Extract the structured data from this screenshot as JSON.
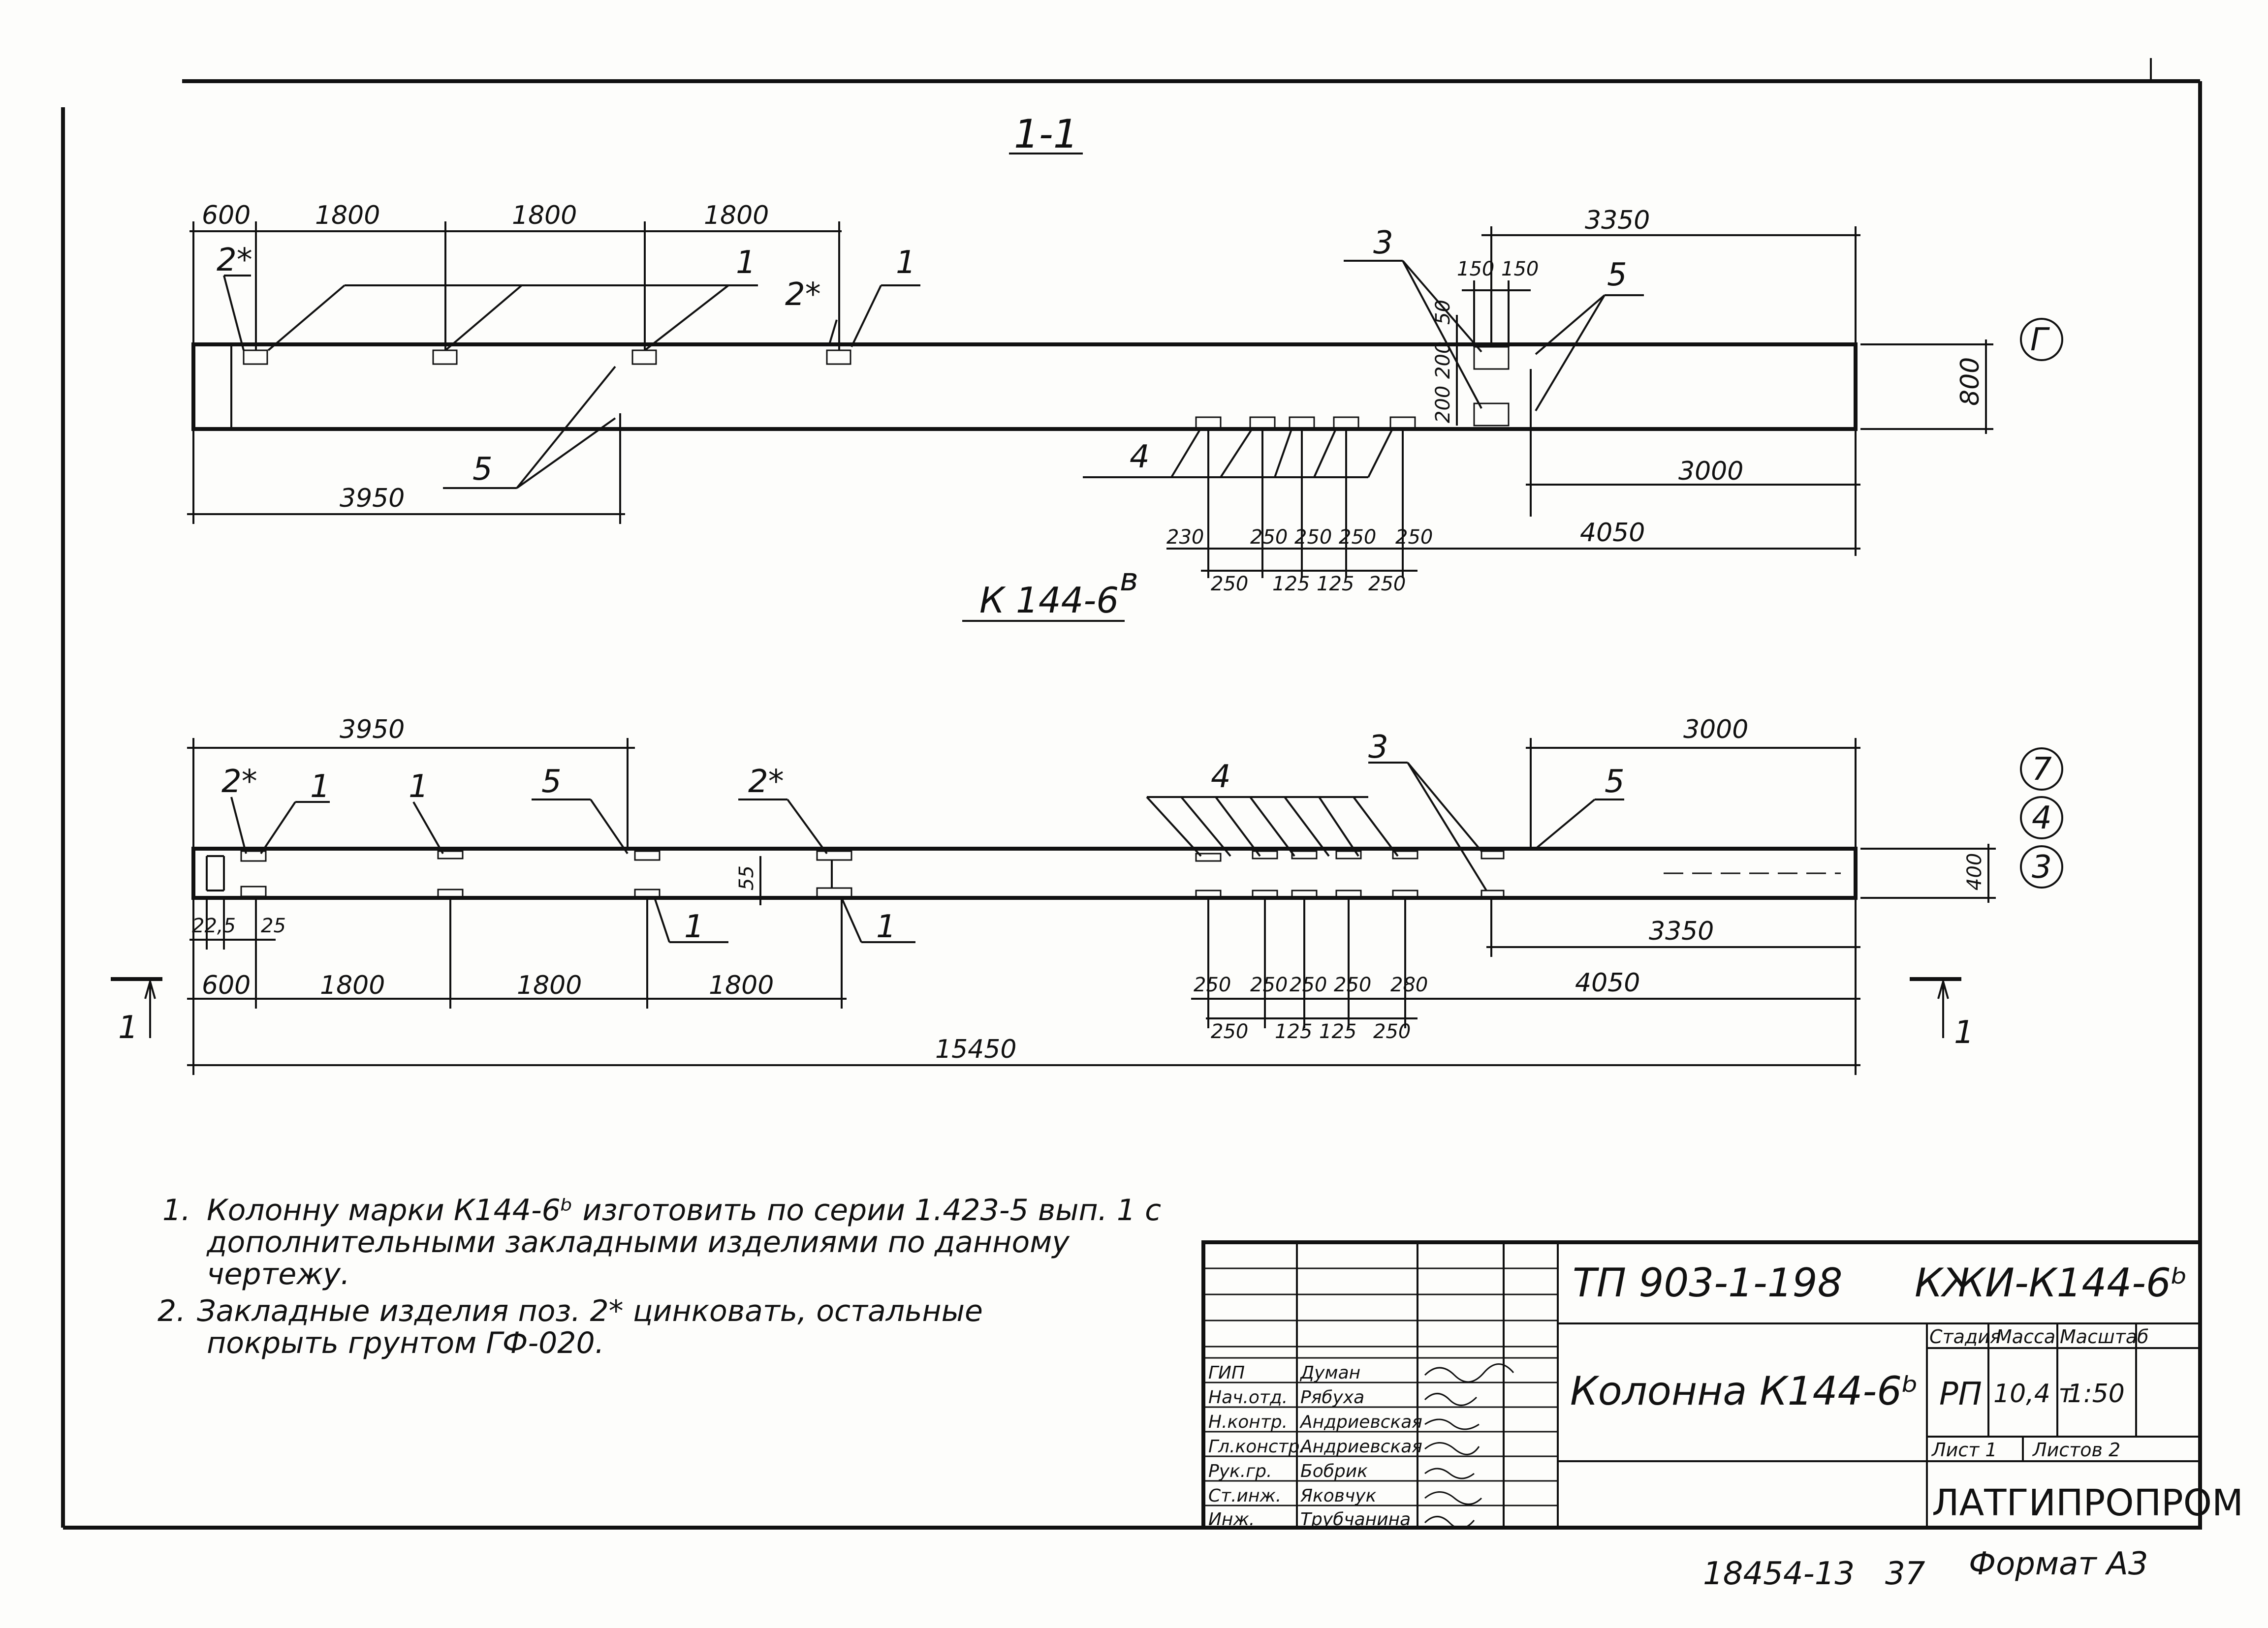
{
  "sheet_number": "",
  "section_top": {
    "label": "1-1",
    "dims_top": [
      "600",
      "1800",
      "1800",
      "1800"
    ],
    "dim_3350": "3350",
    "dims_150": [
      "150",
      "150"
    ],
    "dims_vertical": [
      "50",
      "200",
      "200"
    ],
    "dim_800": "800",
    "axis": "Г",
    "dim_3950": "3950",
    "dim_3000": "3000",
    "dim_4050": "4050",
    "dims_row1": [
      "230",
      "250",
      "250",
      "250",
      "250"
    ],
    "dims_row2": [
      "250",
      "125",
      "125",
      "250"
    ],
    "leaders": [
      "2*",
      "1",
      "2*",
      "1",
      "3",
      "5",
      "5",
      "4"
    ]
  },
  "column_mark": {
    "base": "К 144-6",
    "sup": "в"
  },
  "plan": {
    "dim_3950": "3950",
    "dim_3000": "3000",
    "axes": [
      "7",
      "4",
      "3"
    ],
    "dim_400": "400",
    "dim_55": "55",
    "dims_small": [
      "22,5",
      "25"
    ],
    "dims_bottom": [
      "600",
      "1800",
      "1800",
      "1800"
    ],
    "dim_3350": "3350",
    "dim_4050": "4050",
    "dims_row1": [
      "250",
      "250",
      "250",
      "250",
      "280"
    ],
    "dims_row2": [
      "250",
      "125",
      "125",
      "250"
    ],
    "dim_total": "15450",
    "section_mark": "1",
    "leaders": [
      "2*",
      "1",
      "1",
      "5",
      "2*",
      "4",
      "3",
      "5",
      "1",
      "1"
    ]
  },
  "notes": [
    {
      "num": "1.",
      "lines": [
        "Колонну марки К144-6ᵇ изготовить по серии 1.423-5 вып. 1 с",
        "дополнительными закладными изделиями по данному",
        "чертежу."
      ]
    },
    {
      "num": "2.",
      "lines": [
        "Закладные изделия поз. 2* цинковать, остальные",
        "покрыть грунтом ГФ-020."
      ]
    }
  ],
  "title_block": {
    "project": "ТП 903-1-198",
    "code": "КЖИ-К144-6ᵇ",
    "name": "Колонна К144-6ᵇ",
    "headers": [
      "Стадия",
      "Масса",
      "Масштаб"
    ],
    "stage": "РП",
    "mass": "10,4 т",
    "scale": "1:50",
    "sheet": "Лист 1",
    "sheets": "Листов 2",
    "org": "ЛАТГИПРОПРОМ",
    "roles": [
      "ГИП",
      "Нач.отд.",
      "Н.контр.",
      "Гл.констр.",
      "Рук.гр.",
      "Ст.инж.",
      "Инж."
    ],
    "people": [
      "Думан",
      "Рябуха",
      "Андриевская",
      "Андриевская",
      "Бобрик",
      "Яковчук",
      "Трубчанина"
    ]
  },
  "footer": {
    "stamp": "18454-13",
    "page": "37",
    "format": "Формат А3"
  },
  "colors": {
    "ink": "#111111",
    "paper": "#fdfdfb"
  }
}
